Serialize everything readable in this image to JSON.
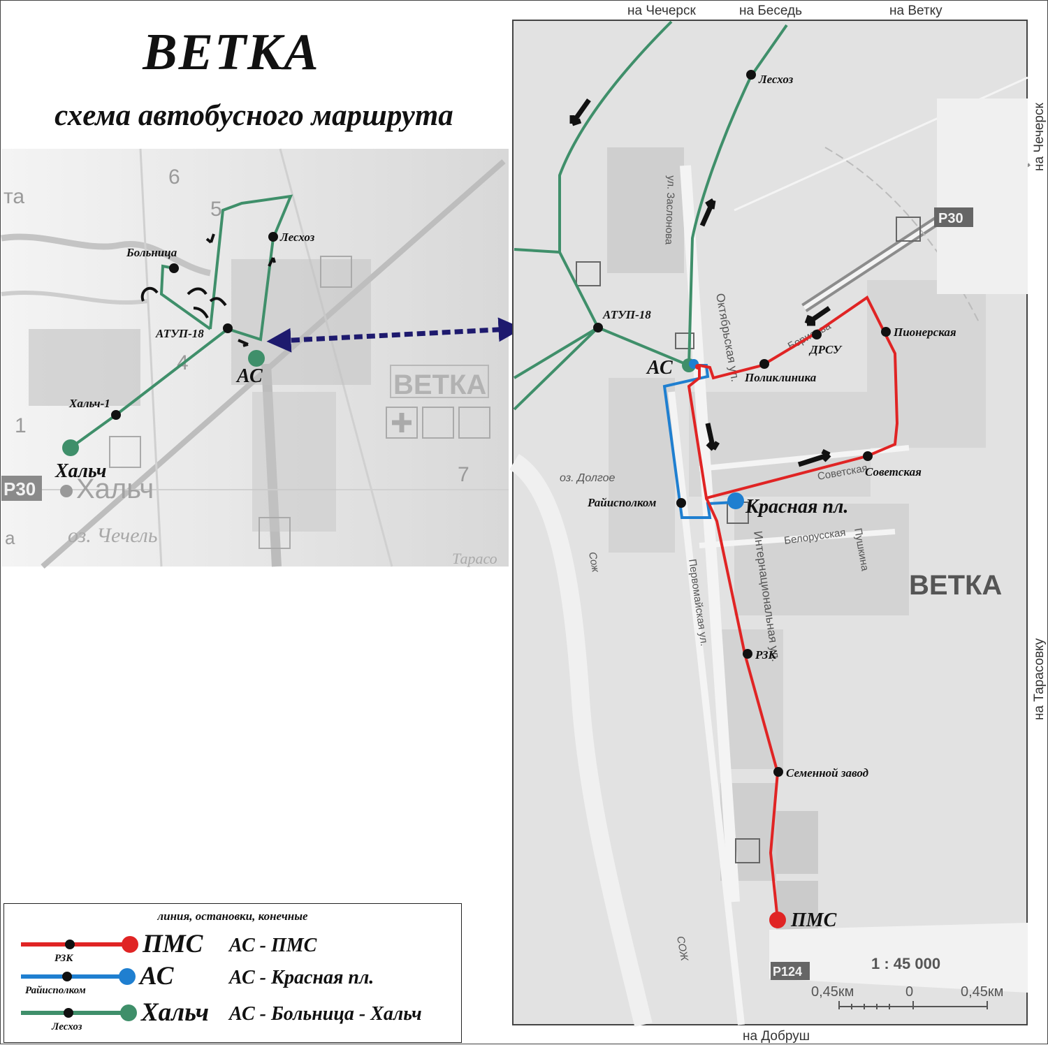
{
  "title": "ВЕТКА",
  "subtitle": "схема автобусного маршрута",
  "colors": {
    "red": "#e02424",
    "blue": "#1f7fd0",
    "green": "#3f8f6a",
    "arrow_link": "#1e1a6e"
  },
  "inset": {
    "stops": {
      "bolnitsa": "Больница",
      "leskhoz": "Лесхоз",
      "atup": "АТУП-18",
      "khalch1": "Хальч-1"
    },
    "terminals": {
      "as": "АС",
      "khalch": "Хальч"
    },
    "basemap": {
      "district_6": "6",
      "district_5": "5",
      "district_4": "4",
      "district_1": "1",
      "district_7": "7",
      "village": "Хальч",
      "city": "ВЕТКА",
      "lake": "оз. Чечель",
      "road": "Р30",
      "edge_text": "Тарасо",
      "edge_text_left": "та",
      "edge_text_lake": "а"
    }
  },
  "main_map": {
    "directions": {
      "chechersk_top": "на Чечерск",
      "beseda": "на Беседь",
      "vetka": "на Ветку",
      "chechersk_side": "на Чечерск",
      "tarasovka": "на Тарасовку",
      "dobrush": "на Добруш"
    },
    "stops": {
      "leskhoz": "Лесхоз",
      "atup": "АТУП-18",
      "poliklinika": "Поликлиника",
      "drsu": "ДРСУ",
      "pionerskaya": "Пионерская",
      "sovetskaya": "Советская",
      "raiispolkom": "Райисполком",
      "rzk": "РЗК",
      "semennoy": "Семенной завод"
    },
    "terminals": {
      "as": "АС",
      "krasnaya": "Красная пл.",
      "pms": "ПМС"
    },
    "basemap": {
      "city": "ВЕТКА",
      "lake": "оз. Долгое",
      "river1": "Сож",
      "river2": "СОЖ",
      "road_r30": "Р30",
      "road_r124": "Р124",
      "street1": "ул. Заслонова",
      "street2": "Октябрьская ул.",
      "street3": "Интернациональная ул.",
      "street4": "Первомайская ул.",
      "street5": "Белорусская",
      "street6": "Пушкина",
      "street7": "Советская",
      "street8": "Борисова"
    },
    "scale": {
      "ratio": "1 : 45 000",
      "left": "0,45км",
      "zero": "0",
      "right": "0,45км"
    }
  },
  "legend": {
    "header": "линия, остановки, конечные",
    "rows": [
      {
        "terminal": "ПМС",
        "stop": "РЗК",
        "route": "АС - ПМС",
        "color": "#e02424"
      },
      {
        "terminal": "АС",
        "stop": "Райисполком",
        "route": "АС - Красная пл.",
        "color": "#1f7fd0"
      },
      {
        "terminal": "Хальч",
        "stop": "Лесхоз",
        "route": "АС - Больница - Хальч",
        "color": "#3f8f6a"
      }
    ]
  }
}
